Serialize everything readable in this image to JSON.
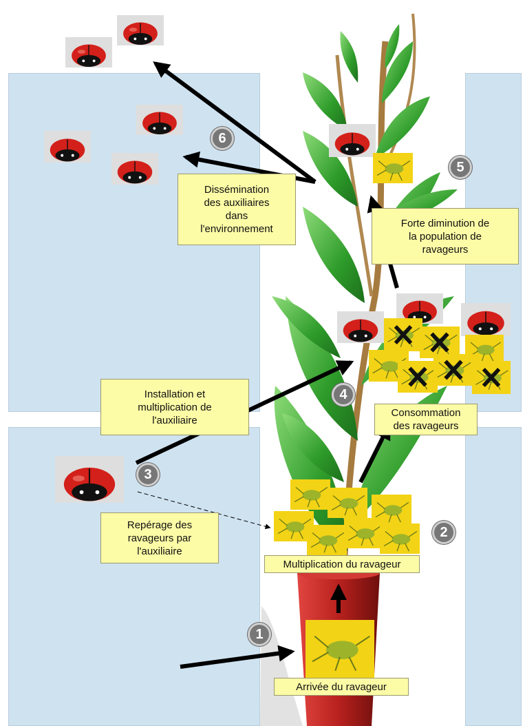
{
  "labels": {
    "arrival": "Arrivée du ravageur",
    "multiplication_pest": "Multiplication du ravageur",
    "detection": "Repérage des\nravageurs par\nl'auxiliaire",
    "installation": "Installation et\nmultiplication de\nl'auxiliaire",
    "consumption": "Consommation\ndes ravageurs",
    "decrease": "Forte diminution de\nla population de\nravageurs",
    "dissemination": "Dissémination\ndes auxiliaires\ndans\nl'environnement"
  },
  "steps": [
    "1",
    "2",
    "3",
    "4",
    "5",
    "6"
  ],
  "colors": {
    "panel": "#cfe2f0",
    "note": "#fcfba6",
    "pest_bg": "#f3d316",
    "step": "#777777",
    "leaf": "#3aa832",
    "pot": "#b8211e"
  }
}
